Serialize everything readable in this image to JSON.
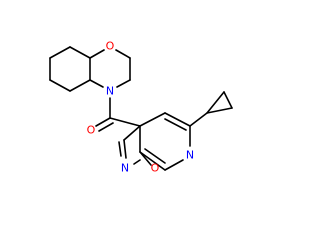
{
  "molecule": {
    "atoms": {
      "o_morpholine": {
        "symbol": "O",
        "color": "#ff0000"
      },
      "n_morpholine": {
        "symbol": "N",
        "color": "#0000ff"
      },
      "o_carbonyl": {
        "symbol": "O",
        "color": "#ff0000"
      },
      "n_pyridine": {
        "symbol": "N",
        "color": "#0000ff"
      },
      "n_isoxazole": {
        "symbol": "N",
        "color": "#0000ff"
      },
      "o_isoxazole": {
        "symbol": "O",
        "color": "#ff0000"
      }
    }
  }
}
